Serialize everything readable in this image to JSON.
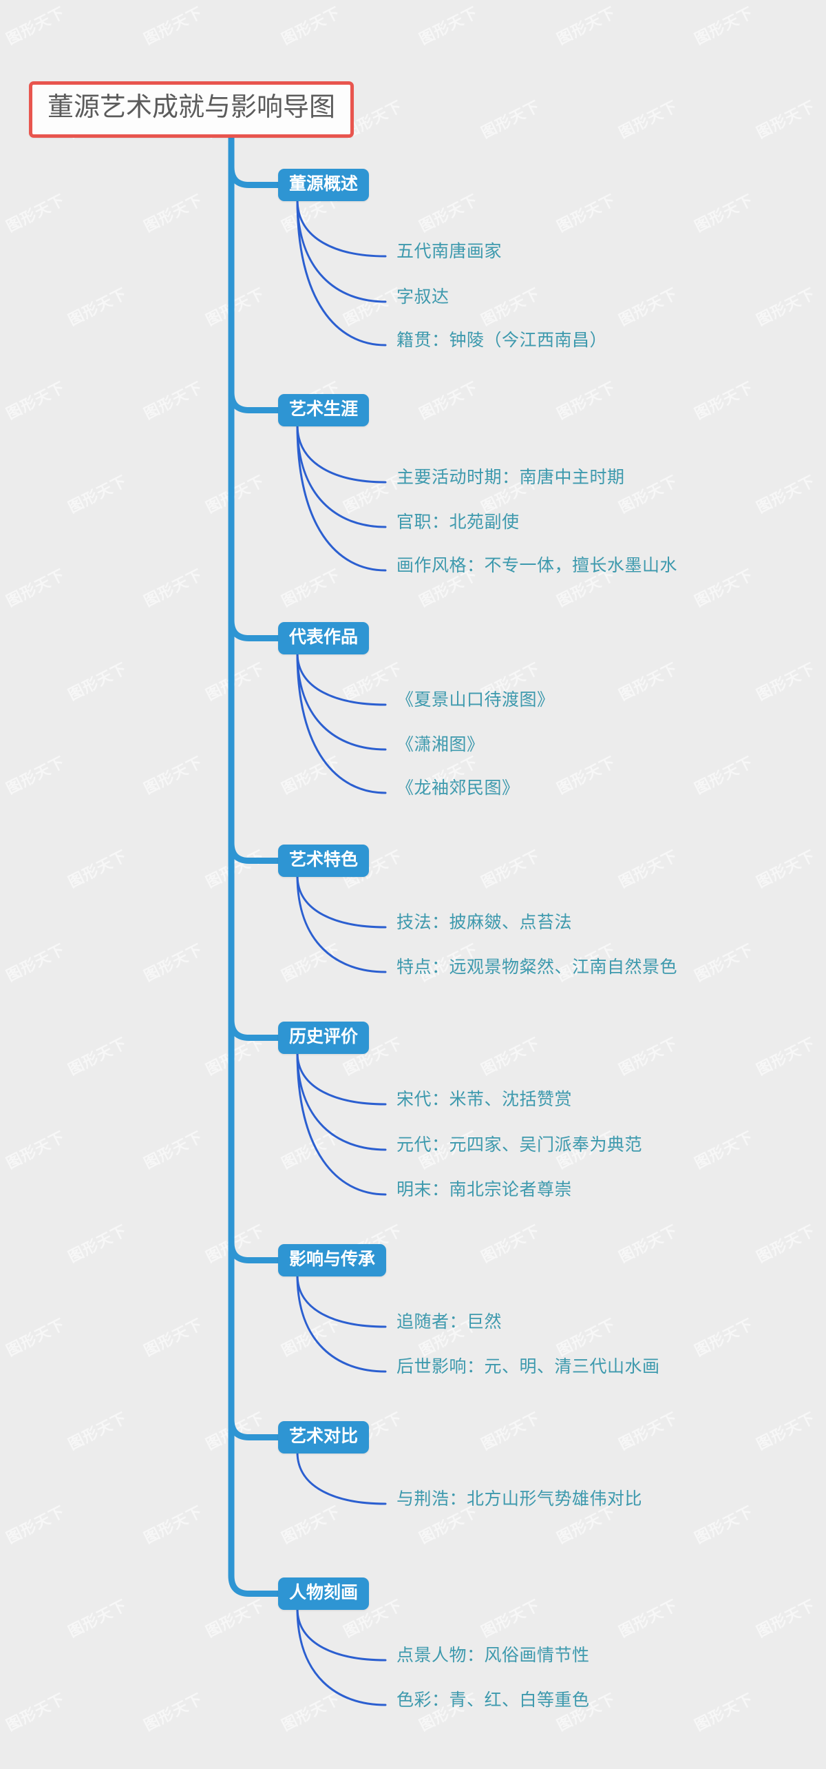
{
  "meta": {
    "watermark_text": "图形天下",
    "background_color": "#ececec",
    "root_border_color": "#e8554e",
    "branch_color": "#2e95d3",
    "leaf_text_color": "#3d99ad",
    "link_color": "#2b5fd0"
  },
  "root": {
    "title": "董源艺术成就与影响导图"
  },
  "branches": [
    {
      "label": "董源概述",
      "leaves": [
        "五代南唐画家",
        "字叔达",
        "籍贯：钟陵（今江西南昌）"
      ]
    },
    {
      "label": "艺术生涯",
      "leaves": [
        "主要活动时期：南唐中主时期",
        "官职：北苑副使",
        "画作风格：不专一体，擅长水墨山水"
      ]
    },
    {
      "label": "代表作品",
      "leaves": [
        "《夏景山口待渡图》",
        "《潇湘图》",
        "《龙袖郊民图》"
      ]
    },
    {
      "label": "艺术特色",
      "leaves": [
        "技法：披麻皴、点苔法",
        "特点：远观景物粲然、江南自然景色"
      ]
    },
    {
      "label": "历史评价",
      "leaves": [
        "宋代：米芾、沈括赞赏",
        "元代：元四家、吴门派奉为典范",
        "明末：南北宗论者尊崇"
      ]
    },
    {
      "label": "影响与传承",
      "leaves": [
        "追随者：巨然",
        "后世影响：元、明、清三代山水画"
      ]
    },
    {
      "label": "艺术对比",
      "leaves": [
        "与荆浩：北方山形气势雄伟对比"
      ]
    },
    {
      "label": "人物刻画",
      "leaves": [
        "点景人物：风俗画情节性",
        "色彩：青、红、白等重色"
      ]
    }
  ]
}
